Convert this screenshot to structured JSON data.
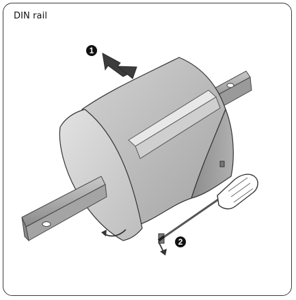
{
  "figure": {
    "title": "DIN rail",
    "steps": [
      "1",
      "2"
    ],
    "colors": {
      "frame_border": "#3a3a3a",
      "device_top": "#bfbfbf",
      "device_front": "#d6d6d6",
      "device_dark": "#8f8f8f",
      "rail": "#a9a9a9",
      "rail_dark": "#7d7d7d",
      "arrow": "#3c3c3c",
      "step_badge": "#111111"
    },
    "icons": [
      "arrow-down-icon",
      "screwdriver-icon",
      "rotation-arrow-icon",
      "pull-arrow-icon"
    ]
  }
}
